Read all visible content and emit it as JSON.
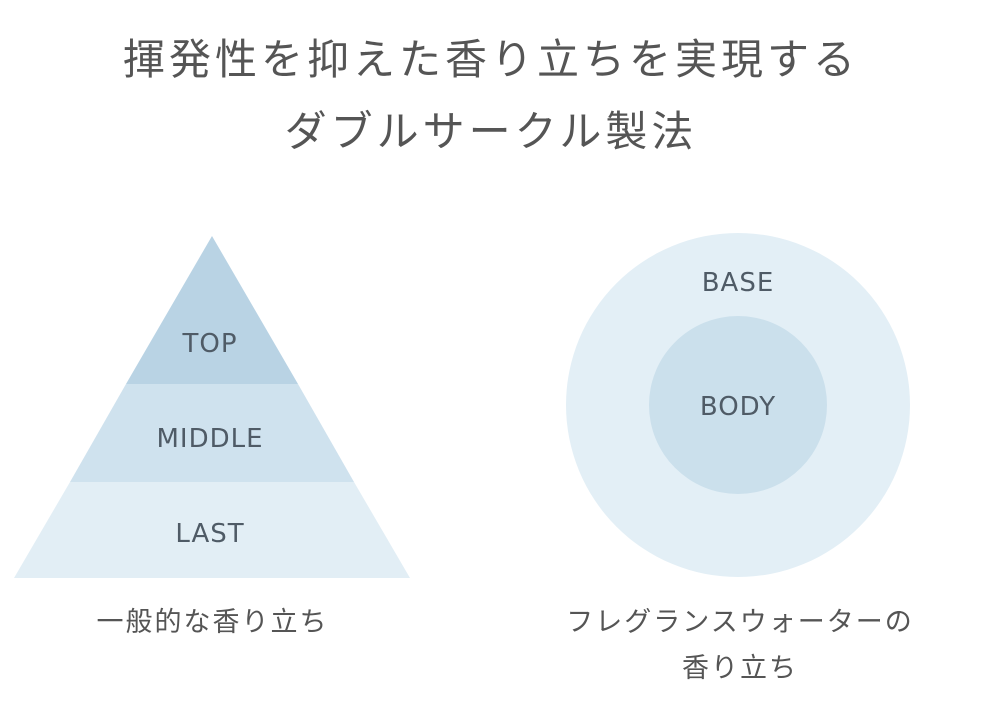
{
  "title": {
    "line1": "揮発性を抑えた香り立ちを実現する",
    "line2": "ダブルサークル製法"
  },
  "pyramid": {
    "top_label": "TOP",
    "middle_label": "MIDDLE",
    "last_label": "LAST",
    "caption": "一般的な香り立ち",
    "colors": {
      "top": "#b9d3e4",
      "middle": "#cfe2ee",
      "last": "#e2eef5"
    }
  },
  "circles": {
    "outer_label": "BASE",
    "inner_label": "BODY",
    "caption_line1": "フレグランスウォーターの",
    "caption_line2": "香り立ち",
    "colors": {
      "outer": "#e3eff6",
      "inner": "#cbe0ec"
    }
  }
}
